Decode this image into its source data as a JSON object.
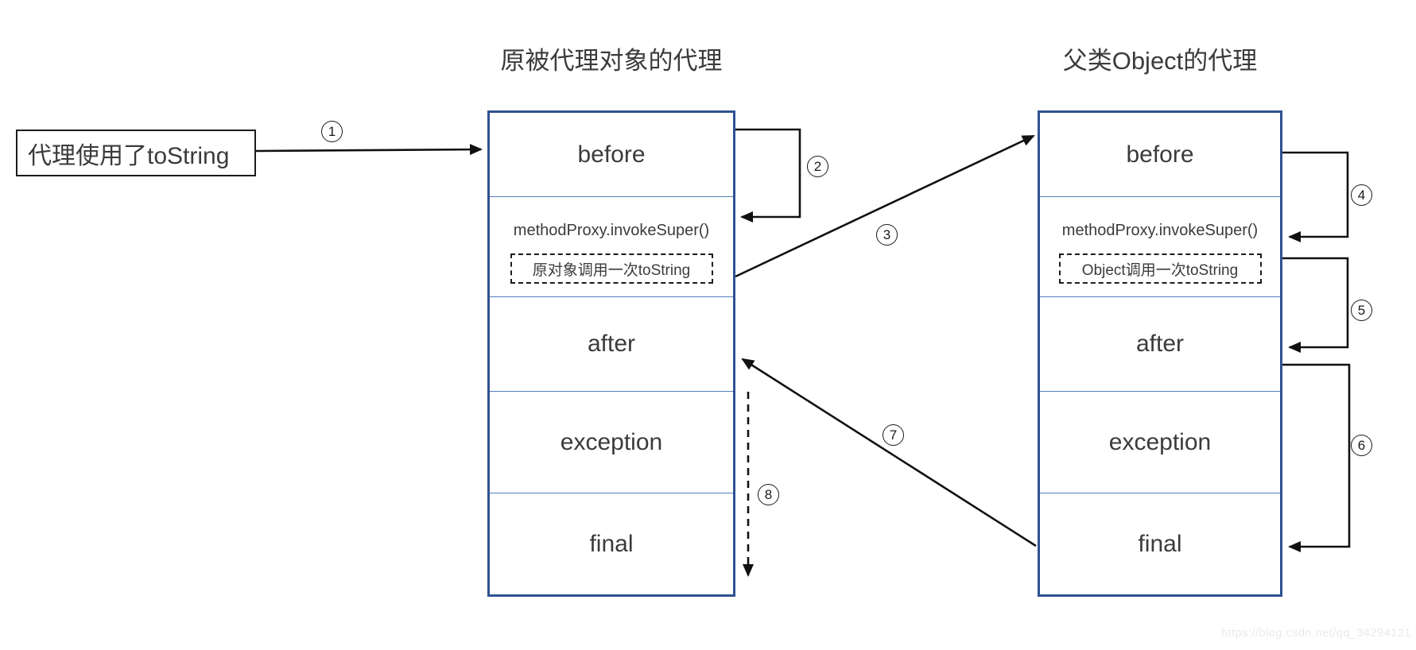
{
  "diagram": {
    "start_box": {
      "label": "代理使用了toString"
    },
    "left_proxy": {
      "title": "原被代理对象的代理",
      "sections": {
        "before": "before",
        "method": "methodProxy.invokeSuper()",
        "method_note": "原对象调用一次toString",
        "after": "after",
        "exception": "exception",
        "final": "final"
      }
    },
    "right_proxy": {
      "title": "父类Object的代理",
      "sections": {
        "before": "before",
        "method": "methodProxy.invokeSuper()",
        "method_note": "Object调用一次toString",
        "after": "after",
        "exception": "exception",
        "final": "final"
      }
    },
    "steps": [
      "1",
      "2",
      "3",
      "4",
      "5",
      "6",
      "7",
      "8"
    ],
    "watermark": "https://blog.csdn.net/qq_34294121",
    "colors": {
      "box_border": "#2e5191",
      "divider": "#5580c0",
      "arrow": "#111111",
      "text": "#3b3b3b",
      "watermark": "#eaeaea"
    }
  }
}
